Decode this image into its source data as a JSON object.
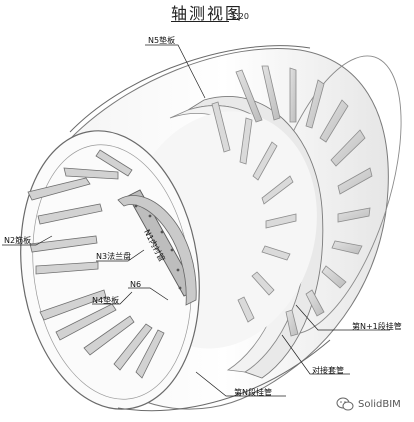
{
  "header": {
    "title": "轴测视图",
    "scale": "1:20"
  },
  "labels": {
    "n5": "N5垫板",
    "n2": "N2筋板",
    "n3": "N3法兰盘",
    "n4": "N4垫板",
    "n6": "N6",
    "n1": "N1内衬管",
    "segment_n1": "第N+1段挂管",
    "joint": "对接套管",
    "segment_n": "第N段挂管"
  },
  "watermark": {
    "text": "SolidBIM",
    "icon": "wechat-icon"
  },
  "colors": {
    "line": "#6f6f6f",
    "rib": "#d9d9d9",
    "shade": "#cfcfcf",
    "inner": "#9a9a9a"
  }
}
